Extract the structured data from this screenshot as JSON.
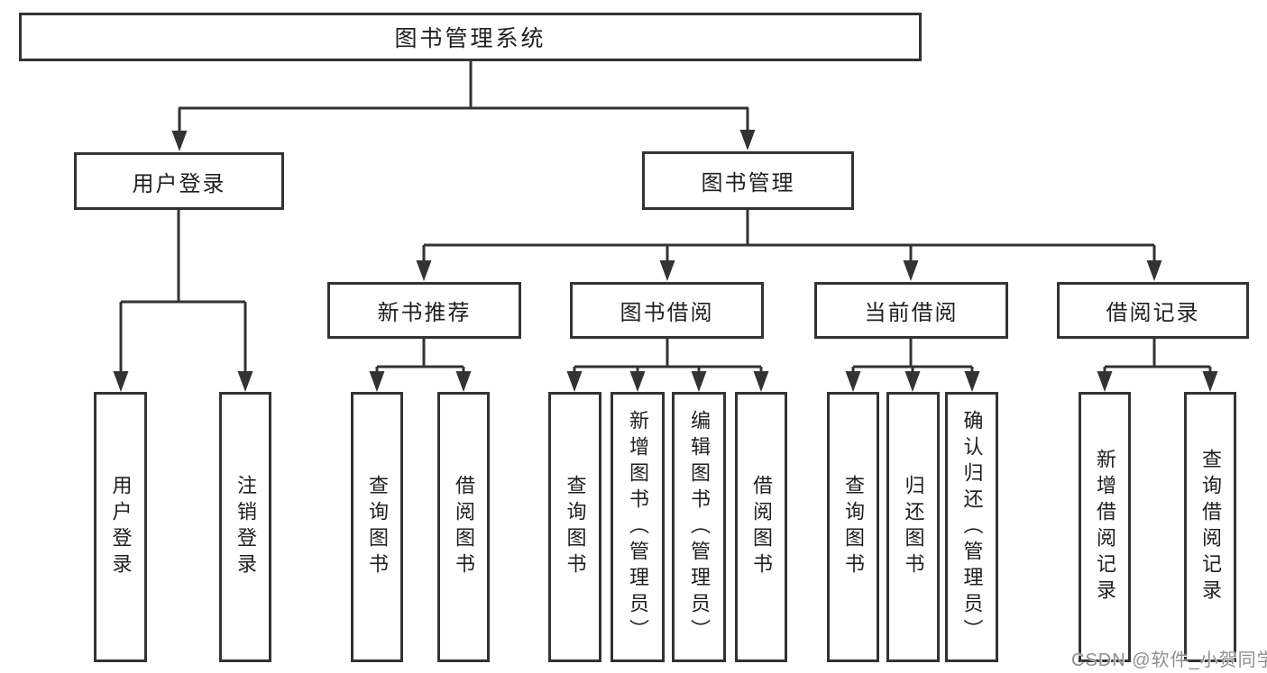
{
  "diagram": {
    "root": {
      "label": "图书管理系统"
    },
    "branches": [
      {
        "label": "用户登录",
        "leaves": [
          {
            "label": "用户登录"
          },
          {
            "label": "注销登录"
          }
        ]
      },
      {
        "label": "图书管理",
        "sections": [
          {
            "label": "新书推荐",
            "leaves": [
              {
                "label": "查询图书"
              },
              {
                "label": "借阅图书"
              }
            ]
          },
          {
            "label": "图书借阅",
            "leaves": [
              {
                "label": "查询图书"
              },
              {
                "label": "新增图书（管理员）"
              },
              {
                "label": "编辑图书（管理员）"
              },
              {
                "label": "借阅图书"
              }
            ]
          },
          {
            "label": "当前借阅",
            "leaves": [
              {
                "label": "查询图书"
              },
              {
                "label": "归还图书"
              },
              {
                "label": "确认归还（管理员）"
              }
            ]
          },
          {
            "label": "借阅记录",
            "leaves": [
              {
                "label": "新增借阅记录"
              },
              {
                "label": "查询借阅记录"
              }
            ]
          }
        ]
      }
    ]
  },
  "watermark": {
    "text": "CSDN @软件_小贺同学"
  },
  "colors": {
    "line": "#333333",
    "box_border": "#333333",
    "box_fill": "#ffffff",
    "text": "#1f1f1f",
    "watermark_text": "#8f8f8f",
    "background": "#ffffff"
  }
}
